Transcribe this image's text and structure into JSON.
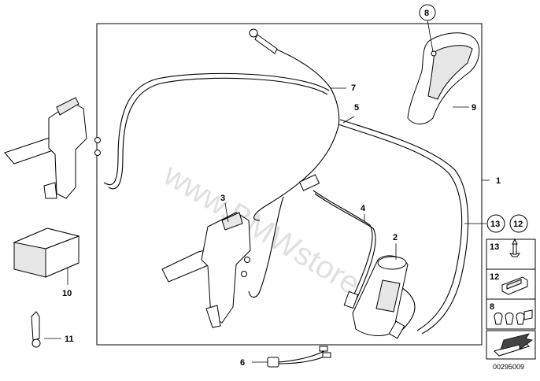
{
  "watermark": "www.BMWstore.pl",
  "diagram_id": "00295009",
  "callouts": [
    "1",
    "2",
    "3",
    "4",
    "5",
    "6",
    "7",
    "8",
    "9",
    "10",
    "11",
    "12",
    "13"
  ],
  "legend": {
    "header": [
      "13",
      "12"
    ],
    "rows": [
      "13",
      "12",
      "8"
    ]
  }
}
